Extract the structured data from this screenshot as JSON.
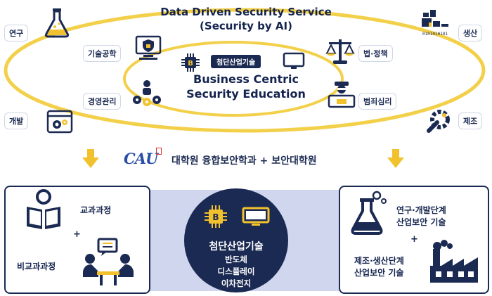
{
  "top_title_1": "Data Driven Security Service",
  "top_title_2": "(Security by AI)",
  "center_tag": "첨단산업기술",
  "center_title_1": "Business Centric",
  "center_title_2": "Security Education",
  "outer_labels": {
    "research": "연구",
    "development": "개발",
    "production": "생산",
    "manufacturing": "제조"
  },
  "inner_labels": {
    "tech_engineering": "기술공학",
    "management": "경영관리",
    "law_policy": "법·정책",
    "criminal_psych": "범죄심리"
  },
  "cau_logo": "CAU",
  "program_title": "대학원 융합보안학과 + 보안대학원",
  "left_box": {
    "curriculum": "교과과정",
    "plus": "+",
    "extracurricular": "비교과과정"
  },
  "center_circle": {
    "title": "첨단산업기술",
    "items": [
      "반도체",
      "디스플레이",
      "이차전지"
    ]
  },
  "right_box": {
    "line1": "연구·개발단계",
    "line2": "산업보안 기술",
    "plus": "+",
    "line3": "제조·생산단계",
    "line4": "산업보안 기술"
  },
  "chip_text": "B",
  "factory_bits": "0101010101",
  "colors": {
    "navy": "#1b2a52",
    "gold": "#f2c12e",
    "ring": "#f3d04a",
    "band": "#cfd6ee"
  }
}
